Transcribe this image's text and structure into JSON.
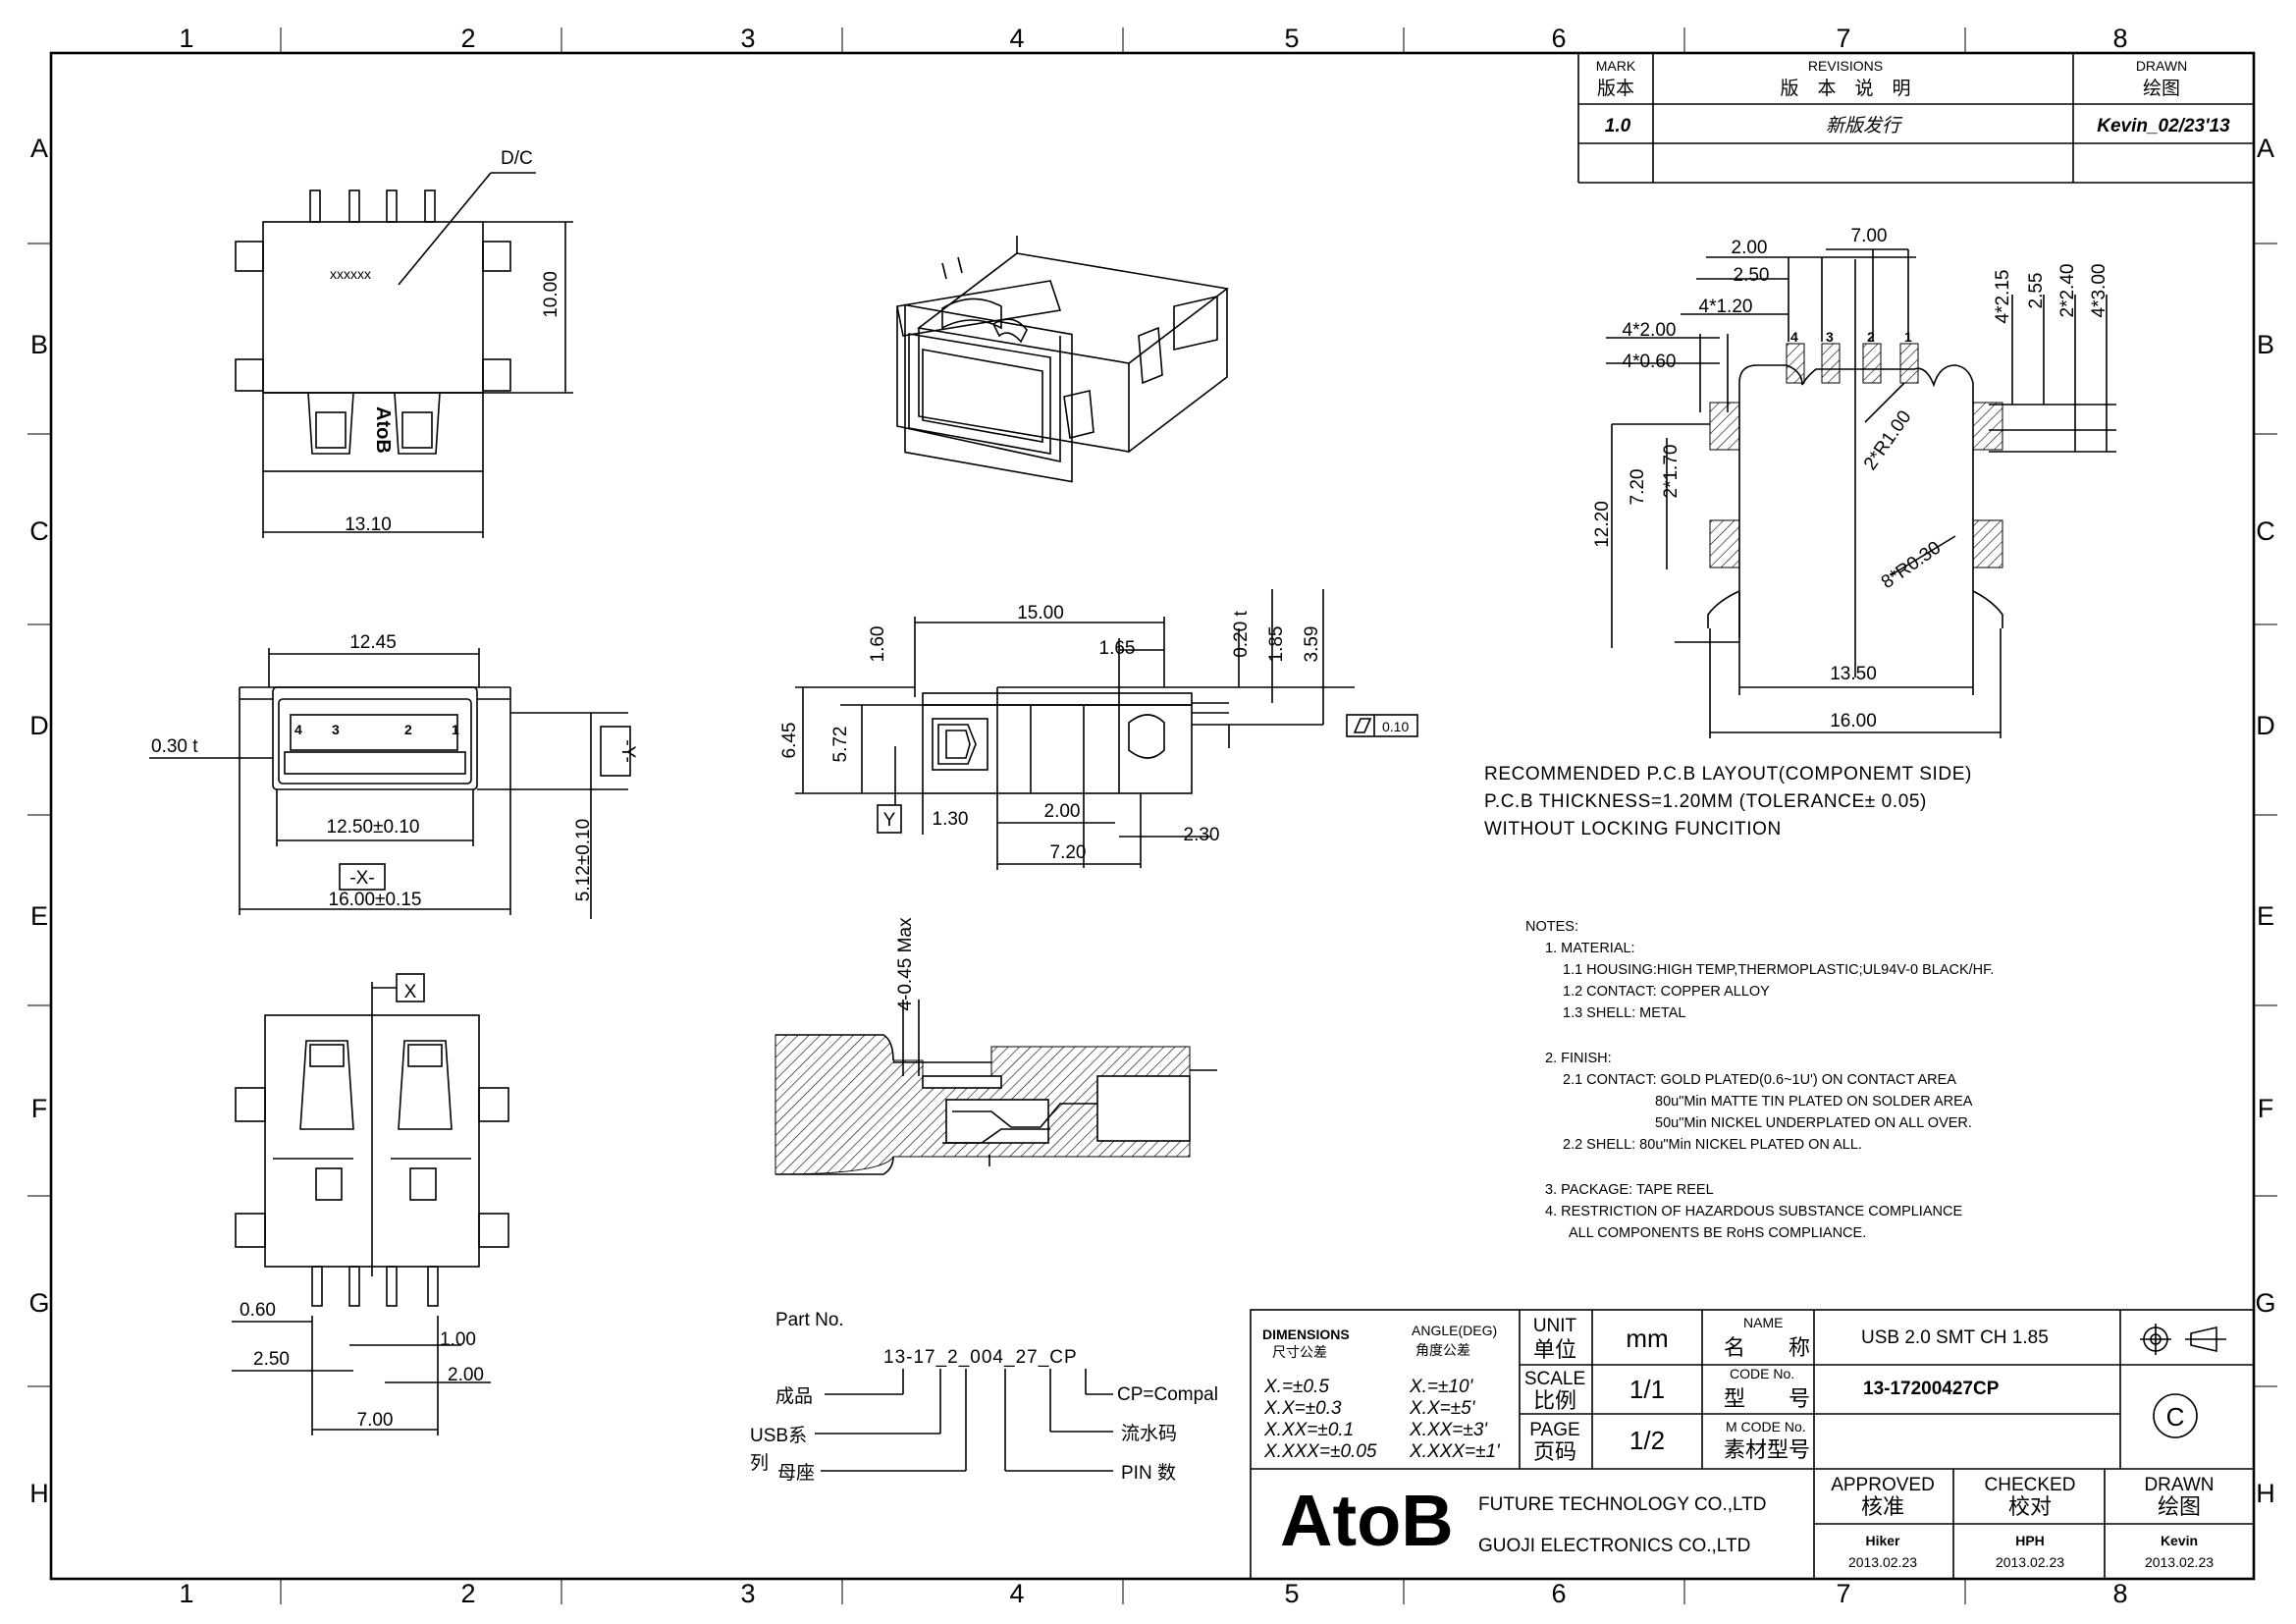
{
  "zones": {
    "cols": [
      "1",
      "2",
      "3",
      "4",
      "5",
      "6",
      "7",
      "8"
    ],
    "rows": [
      "A",
      "B",
      "C",
      "D",
      "E",
      "F",
      "G",
      "H"
    ]
  },
  "revision": {
    "h_mark": "MARK",
    "h_mark_cn": "版本",
    "h_rev": "REVISIONS",
    "h_rev_cn": "版　本　说　明",
    "h_drawn": "DRAWN",
    "h_drawn_cn": "绘图",
    "mark": "1.0",
    "desc": "新版发行",
    "drawn": "Kevin_02/23'13"
  },
  "top_view": {
    "dc": "D/C",
    "marking": "xxxxxx",
    "brand": "AtoB",
    "d_height": "10.00",
    "d_width": "13.10"
  },
  "front_view": {
    "d_top": "12.45",
    "d_t": "0.30 t",
    "pins": [
      "4",
      "3",
      "2",
      "1"
    ],
    "d_inner": "12.50±0.10",
    "datum_x": "-X-",
    "datum_y": "-Y-",
    "d_outer": "16.00±0.15",
    "d_h": "5.12±0.10"
  },
  "bottom_view": {
    "datum": "X",
    "d_pin": "0.60",
    "d_a": "2.50",
    "d_b": "1.00",
    "d_c": "2.00",
    "d_span": "7.00"
  },
  "side_view": {
    "d_len": "15.00",
    "d_1_60": "1.60",
    "d_1_65": "1.65",
    "d_0_20": "0.20 t",
    "d_1_85": "1.85",
    "d_3_59": "3.59",
    "d_6_45": "6.45",
    "d_5_72": "5.72",
    "datum": "Y",
    "flat": "0.10",
    "d_1_30": "1.30",
    "d_2_00": "2.00",
    "d_2_30": "2.30",
    "d_7_20": "7.20"
  },
  "section": {
    "d": "4-0.45 Max"
  },
  "pcb": {
    "d_7_00": "7.00",
    "d_2_00": "2.00",
    "d_2_50": "2.50",
    "d_4x1_20": "4*1.20",
    "d_4x2_00": "4*2.00",
    "d_4x0_60": "4*0.60",
    "pins": [
      "4",
      "3",
      "2",
      "1"
    ],
    "d_4x2_15": "4*2.15",
    "d_2_55": "2.55",
    "d_2x2_40": "2*2.40",
    "d_4x3_00": "4*3.00",
    "d_12_20": "12.20",
    "d_7_20": "7.20",
    "d_2x1_70": "2*1.70",
    "d_2xR": "2*R1.00",
    "d_8xR": "8*R0.30",
    "d_13_50": "13.50",
    "d_16_00": "16.00",
    "caption": [
      "RECOMMENDED P.C.B LAYOUT(COMPONEMT SIDE)",
      "P.C.B THICKNESS=1.20MM (TOLERANCE± 0.05)",
      "WITHOUT LOCKING FUNCITION"
    ]
  },
  "notes": [
    "NOTES:",
    "1. MATERIAL:",
    "1.1 HOUSING:HIGH TEMP,THERMOPLASTIC;UL94V-0 BLACK/HF.",
    "1.2 CONTACT: COPPER ALLOY",
    "1.3 SHELL: METAL",
    "2. FINISH:",
    "2.1 CONTACT: GOLD PLATED(0.6~1U') ON CONTACT AREA",
    "80u\"Min MATTE TIN PLATED ON SOLDER AREA",
    "50u\"Min NICKEL UNDERPLATED ON ALL OVER.",
    "2.2 SHELL: 80u\"Min NICKEL PLATED ON ALL.",
    "3. PACKAGE: TAPE REEL",
    "4. RESTRICTION OF HAZARDOUS SUBSTANCE COMPLIANCE",
    "ALL COMPONENTS BE RoHS COMPLIANCE."
  ],
  "part_no": {
    "title": "Part No.",
    "code": "13-17_2_004_27_CP",
    "l1": "成品",
    "l2a": "USB系",
    "l2b": "列",
    "l3": "母座",
    "r1": "CP=Compal",
    "r2": "流水码",
    "r3": "PIN 数"
  },
  "title_block": {
    "dim_h": "DIMENSIONS",
    "dim_h_cn": "尺寸公差",
    "ang_h": "ANGLE(DEG)",
    "ang_h_cn": "角度公差",
    "tol": [
      "X.=±0.5",
      "X.X=±0.3",
      "X.XX=±0.1",
      "X.XXX=±0.05"
    ],
    "ang": [
      "X.=±10'",
      "X.X=±5'",
      "X.XX=±3'",
      "X.XXX=±1'"
    ],
    "unit_l": "UNIT",
    "unit_cn": "单位",
    "unit": "mm",
    "scale_l": "SCALE",
    "scale_cn": "比例",
    "scale": "1/1",
    "page_l": "PAGE",
    "page_cn": "页码",
    "page": "1/2",
    "name_l": "NAME",
    "name_cn": "名　　称",
    "name": "USB 2.0 SMT CH 1.85",
    "code_l": "CODE No.",
    "code_cn": "型　　号",
    "code": "13-17200427CP",
    "mcode_l": "M CODE No.",
    "mcode_cn": "素材型号",
    "logo": "AtoB",
    "company1": "FUTURE TECHNOLOGY CO.,LTD",
    "company2": "GUOJI ELECTRONICS CO.,LTD",
    "approved_l": "APPROVED",
    "approved_cn": "核准",
    "checked_l": "CHECKED",
    "checked_cn": "校对",
    "drawn_l": "DRAWN",
    "drawn_cn": "绘图",
    "approved": "Hiker",
    "checked": "HPH",
    "drawn": "Kevin",
    "date1": "2013.02.23",
    "date2": "2013.02.23",
    "date3": "2013.02.23",
    "copyright": "C"
  }
}
